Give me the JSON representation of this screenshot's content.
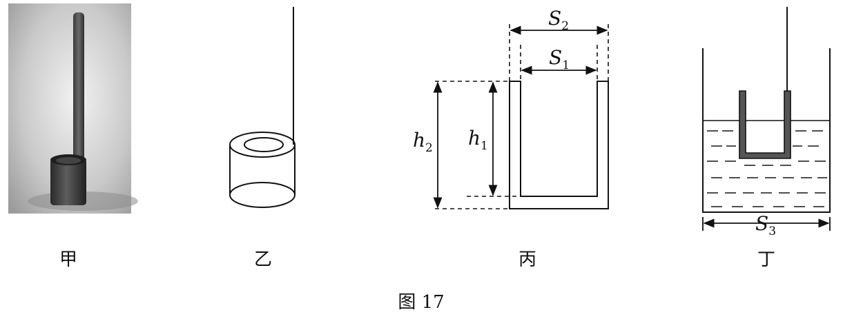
{
  "figure_caption": "图 17",
  "panels": [
    {
      "id": "jia",
      "caption": "甲"
    },
    {
      "id": "yi",
      "caption": "乙"
    },
    {
      "id": "bing",
      "caption": "丙"
    },
    {
      "id": "ding",
      "caption": "丁"
    }
  ],
  "labels": {
    "s2": {
      "base": "S",
      "sub": "2"
    },
    "s1": {
      "base": "S",
      "sub": "1"
    },
    "h2": {
      "base": "h",
      "sub": "2"
    },
    "h1": {
      "base": "h",
      "sub": "1"
    },
    "s3": {
      "base": "S",
      "sub": "3"
    }
  },
  "colors": {
    "ink": "#111111",
    "water_dash": "#222222",
    "cup_wall": "#555555"
  }
}
